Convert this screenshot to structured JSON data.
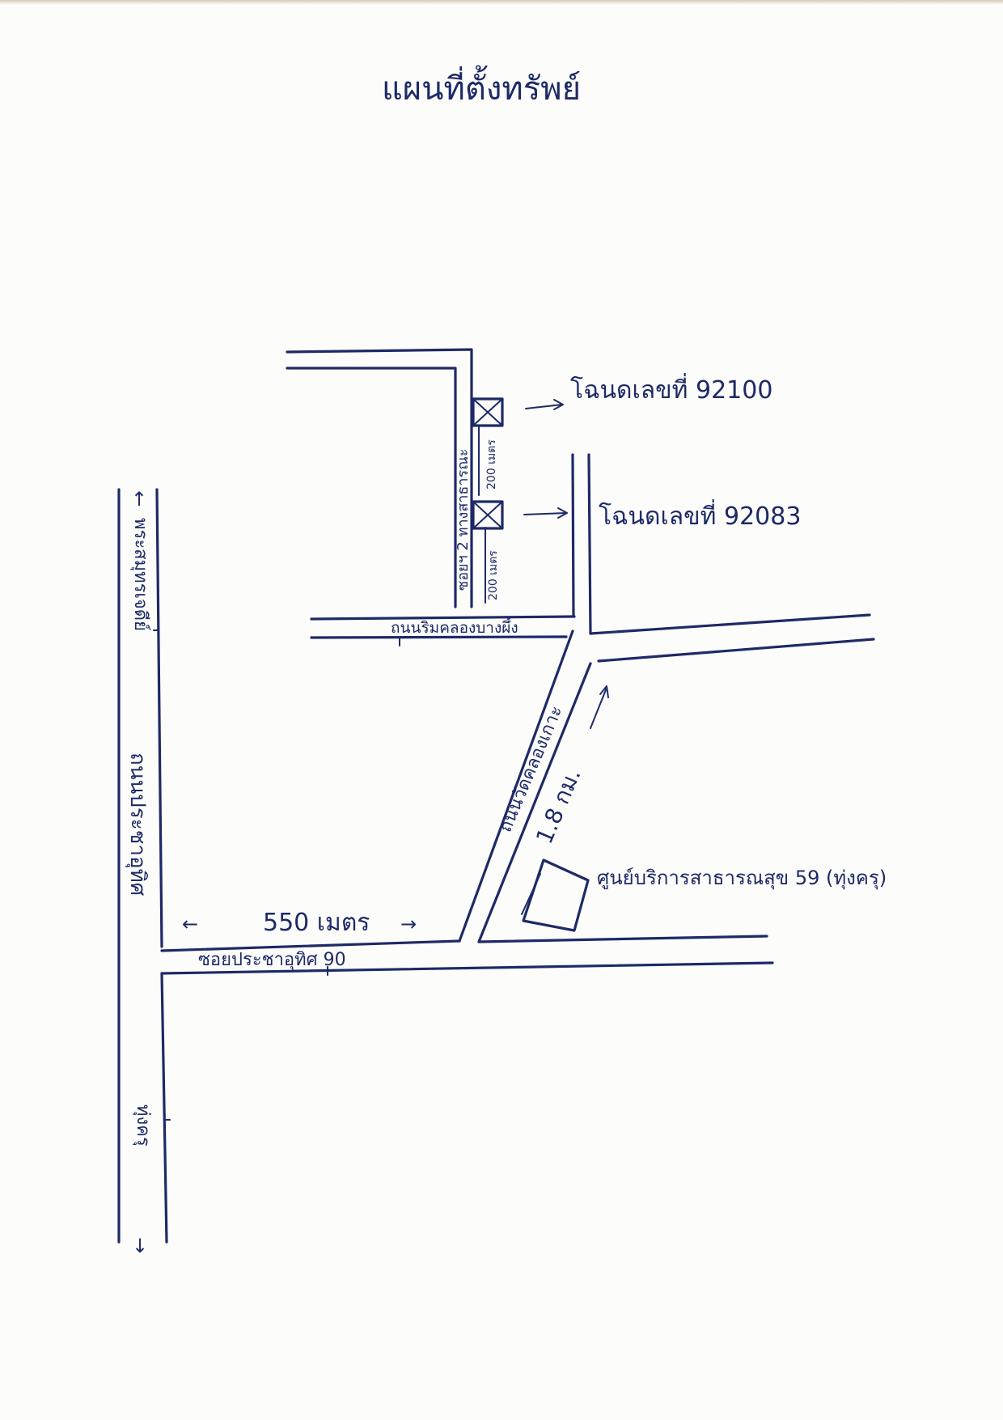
{
  "title": "แผนที่ตั้งทรัพย์",
  "roads": {
    "main_road": "ถนนประชาอุทิศ",
    "main_road_north_dest": "พระสมุทรเจดีย์",
    "main_road_south_dest": "ทุ่งครุ",
    "soi_prachauthit": "ซอยประชาอุทิศ 90",
    "wat_road": "ถนนวัดคลองเกาะ",
    "canal_road": "ถนนริมคลองบางผึ้ง",
    "lane_label": "ซอยฯ 2 ทางสาธารณะ"
  },
  "distances": {
    "dist_550": "550 เมตร",
    "dist_1_8": "1.8 กม.",
    "dist_200_a": "200 เมตร",
    "dist_200_b": "200 เมตร"
  },
  "plots": {
    "plot_1": "โฉนดเลขที่ 92100",
    "plot_2": "โฉนดเลขที่ 92083"
  },
  "landmarks": {
    "health_center": "ศูนย์บริการสาธารณสุข 59 (ทุ่งครุ)"
  },
  "colors": {
    "ink": "#1e2a66",
    "paper": "#fcfcfb"
  }
}
